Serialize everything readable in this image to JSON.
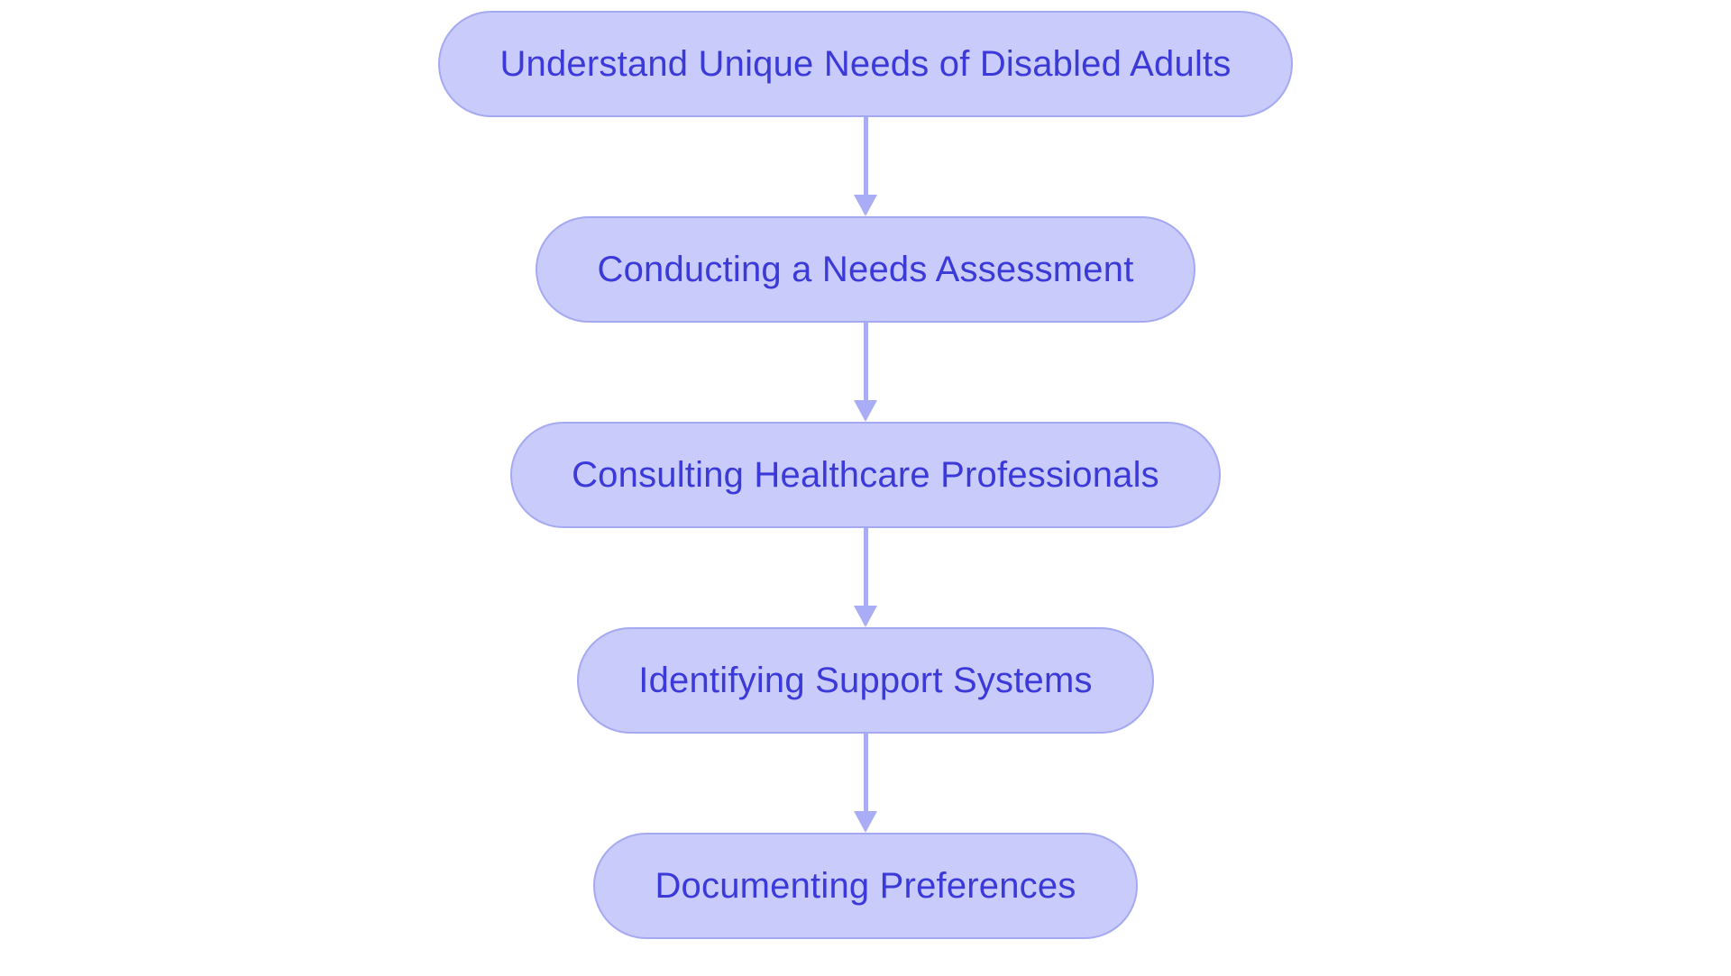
{
  "diagram": {
    "type": "flowchart",
    "orientation": "vertical-top-to-bottom",
    "background_color": "#ffffff",
    "node_fill_color": "#c9ccfb",
    "node_border_color": "#a4a9f2",
    "node_text_color": "#3b39d8",
    "connector_color": "#a9adf5",
    "nodes": [
      {
        "id": "node-1",
        "label": "Understand Unique Needs of Disabled Adults"
      },
      {
        "id": "node-2",
        "label": "Conducting a Needs Assessment"
      },
      {
        "id": "node-3",
        "label": "Consulting Healthcare Professionals"
      },
      {
        "id": "node-4",
        "label": "Identifying Support Systems"
      },
      {
        "id": "node-5",
        "label": "Documenting Preferences"
      }
    ],
    "connectors": [
      {
        "id": "arrow-1",
        "from": "node-1",
        "to": "node-2",
        "icon": "arrow-down-icon"
      },
      {
        "id": "arrow-2",
        "from": "node-2",
        "to": "node-3",
        "icon": "arrow-down-icon"
      },
      {
        "id": "arrow-3",
        "from": "node-3",
        "to": "node-4",
        "icon": "arrow-down-icon"
      },
      {
        "id": "arrow-4",
        "from": "node-4",
        "to": "node-5",
        "icon": "arrow-down-icon"
      }
    ]
  }
}
